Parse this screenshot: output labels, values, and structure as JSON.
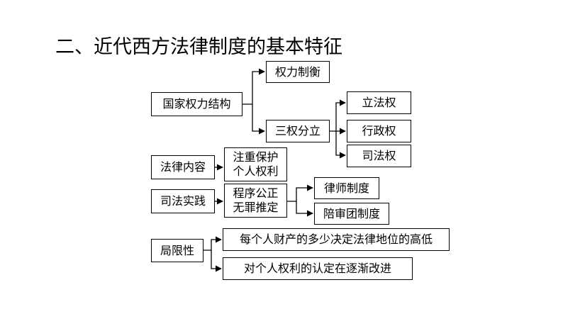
{
  "title": "二、近代西方法律制度的基本特征",
  "nodes": {
    "guojia": "国家权力结构",
    "quanli_zhiheng": "权力制衡",
    "sanquan": "三权分立",
    "lifa": "立法权",
    "xingzheng": "行政权",
    "sifaquan": "司法权",
    "falv_neirong": "法律内容",
    "zhuzhong": "注重保护\n个人权利",
    "sifa_shijian": "司法实践",
    "chengxu": "程序公正\n无罪推定",
    "lvshi": "律师制度",
    "peishen": "陪审团制度",
    "juxian": "局限性",
    "meige": "每个人财产的多少决定法律地位的高低",
    "duige": "对个人权利的认定在逐渐改进"
  }
}
